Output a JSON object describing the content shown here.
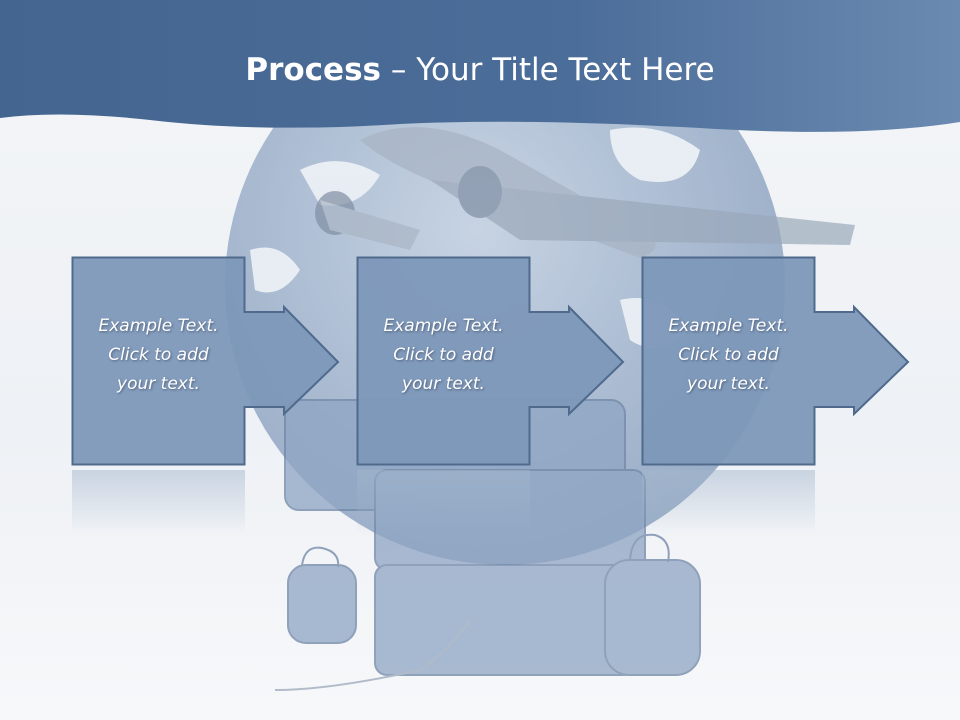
{
  "slide": {
    "title_bold": "Process",
    "title_rest": " – Your Title Text Here"
  },
  "steps": [
    {
      "lines": [
        "Example Text.",
        "Click  to add",
        "your text."
      ]
    },
    {
      "lines": [
        "Example Text.",
        "Click  to add",
        "your text."
      ]
    },
    {
      "lines": [
        "Example Text.",
        "Click  to add",
        "your text."
      ]
    }
  ],
  "colors": {
    "header": "#4a6d9a",
    "box_fill": "#7d98b9",
    "box_border": "#4f6a8c"
  }
}
